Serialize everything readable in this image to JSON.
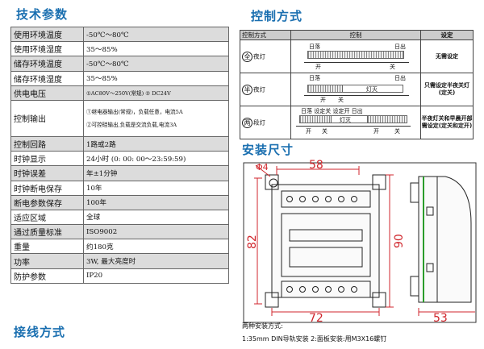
{
  "sections": {
    "specs": "技术参数",
    "control": "控制方式",
    "size": "安装尺寸",
    "wiring": "接线方式"
  },
  "spec_rows": [
    {
      "k": "使用环境温度",
      "v": "-50℃～80℃"
    },
    {
      "k": "使用环境湿度",
      "v": "35～85%"
    },
    {
      "k": "储存环境温度",
      "v": "-50℃～80℃"
    },
    {
      "k": "储存环境湿度",
      "v": "35～85%"
    },
    {
      "k": "供电电压",
      "v": "①AC80V～250V(常规)   ② DC24V"
    },
    {
      "k": "控制输出",
      "v1": "①继电器输出(常规)，负载任意，电流5A",
      "v2": "②可控硅输出,负载是交流负载,电流3A"
    },
    {
      "k": "控制回路",
      "v": "1路或2路"
    },
    {
      "k": "时钟显示",
      "v": "24小时 (0: 00: 00～23:59:59)"
    },
    {
      "k": "时钟误差",
      "v": "年±1分钟"
    },
    {
      "k": "时钟断电保存",
      "v": "10年"
    },
    {
      "k": "断电参数保存",
      "v": "100年"
    },
    {
      "k": "适应区域",
      "v": "全球"
    },
    {
      "k": "通过质量标准",
      "v": "ISO9002"
    },
    {
      "k": "重量",
      "v": "约180克"
    },
    {
      "k": "功率",
      "v": "3W, 最大亮度时"
    },
    {
      "k": "防护参数",
      "v": "IP20"
    }
  ],
  "control": {
    "headers": [
      "控制方式",
      "控制",
      "设定"
    ],
    "rows": [
      {
        "icon": "全",
        "mode": "夜灯",
        "labels": {
          "sunset": "日落",
          "sunrise": "日出",
          "on": "开",
          "off": "关"
        },
        "setting": "无需设定"
      },
      {
        "icon": "半",
        "mode": "夜灯",
        "labels": {
          "sunset": "日落",
          "sunrise": "日出",
          "off_text": "灯灭",
          "on": "开",
          "off": "关"
        },
        "setting": "只需设定半夜关灯(定关)"
      },
      {
        "icon": "两",
        "mode": "段灯",
        "labels": {
          "top": "日落 设定关   设定开 日出",
          "off_text": "灯灭",
          "on1": "开",
          "off1": "关",
          "on2": "开",
          "off2": "关"
        },
        "setting": "半夜灯关和早晨开部需设定(定关和定开)"
      }
    ]
  },
  "dims": {
    "d58": "58",
    "d82": "82",
    "d90": "90",
    "d72": "72",
    "d53": "53",
    "hole": "Φ4"
  },
  "install_note": {
    "line1": "两种安装方式:",
    "line2": "1:35mm DIN导轨安装 2:面板安装:用M3X16螺钉"
  }
}
